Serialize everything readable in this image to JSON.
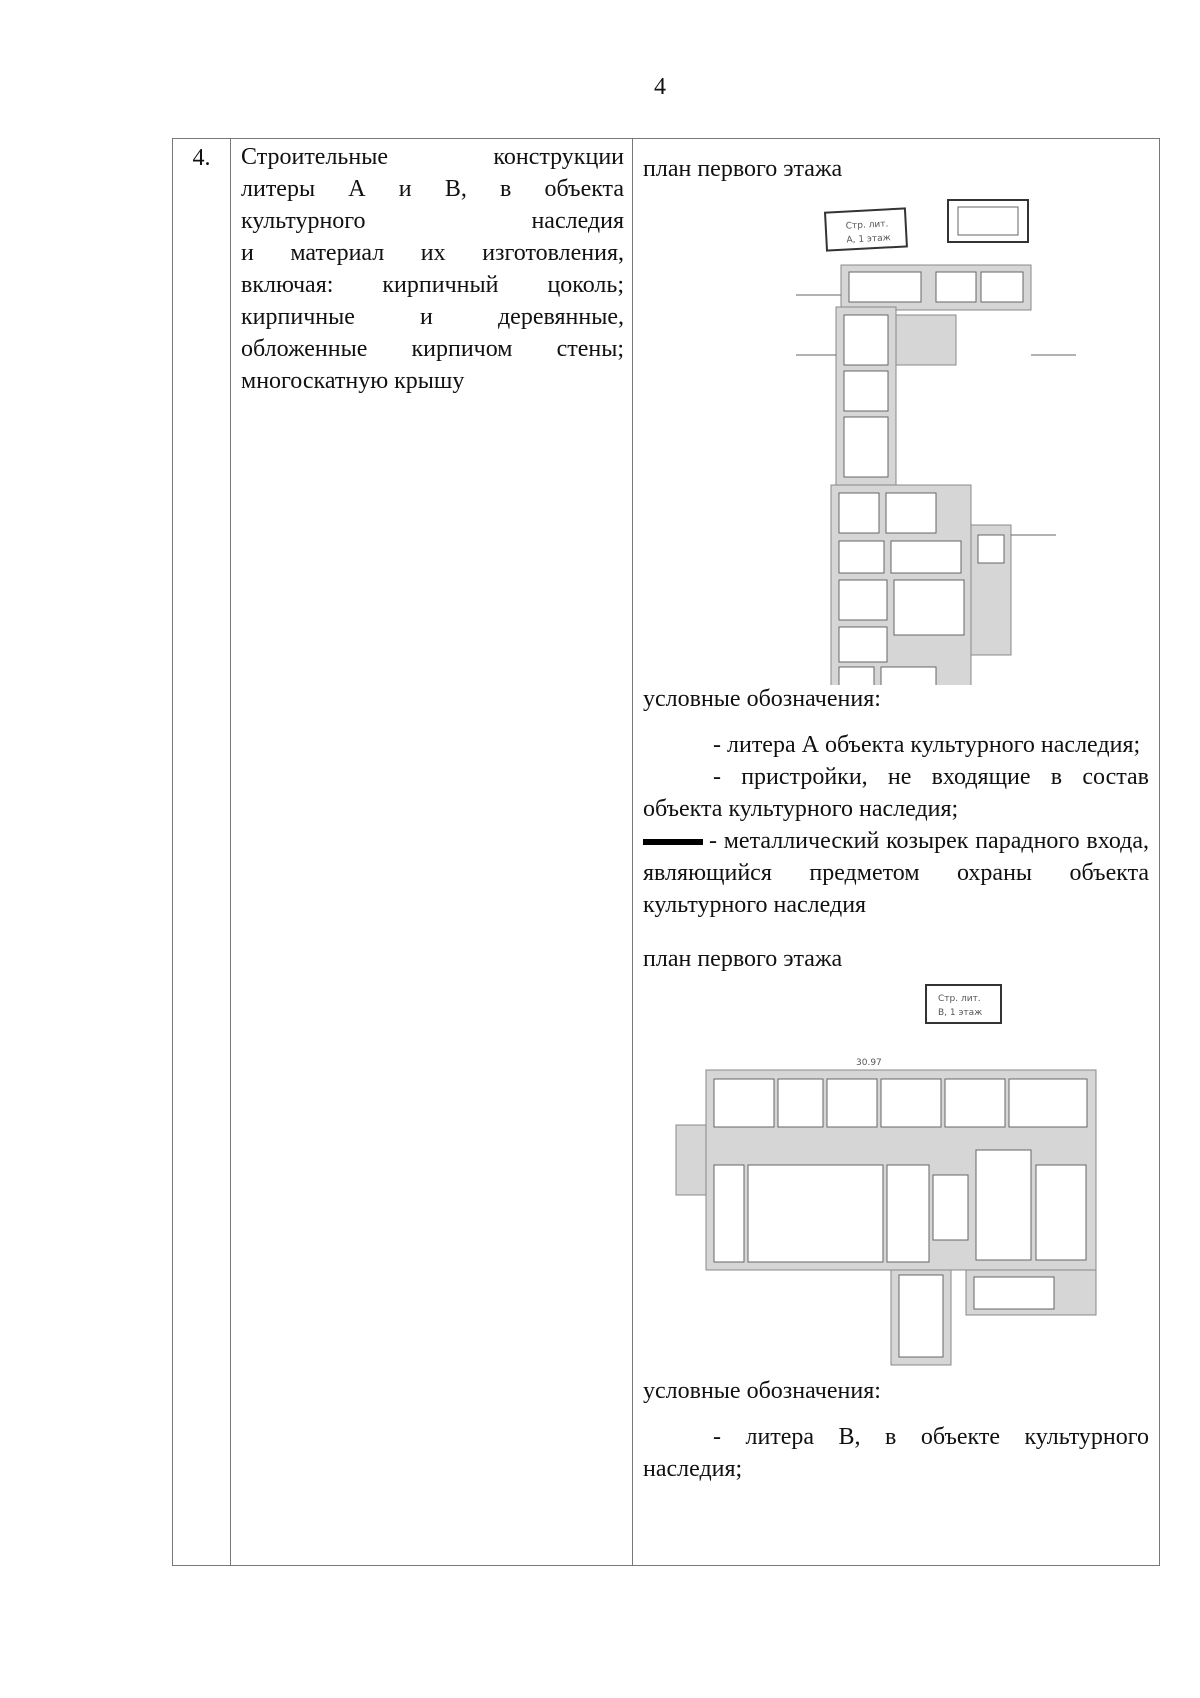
{
  "page": {
    "number": "4"
  },
  "row": {
    "index": "4.",
    "description_lines": [
      "Строительные конструкции",
      "литеры А и В, в объекта",
      "культурного наследия",
      "и материал их изготовления,",
      "включая: кирпичный цоколь;",
      "кирпичные и деревянные,",
      "обложенные кирпичом стены;",
      "многоскатную крышу"
    ]
  },
  "plan_a": {
    "title": "план первого этажа",
    "stamp": "Стр. лит. А, 1 этаж",
    "legend_title": "условные обозначения:",
    "legend": [
      {
        "swatch": "blank",
        "text": "- литера А объекта культурного наследия;"
      },
      {
        "swatch": "blank",
        "text": "- пристройки, не входящие в состав объекта культурного наследия;"
      },
      {
        "swatch": "black-bar",
        "text": "- металлический козырек парадного входа, являющийся предметом охраны объекта культурного наследия"
      }
    ]
  },
  "plan_b": {
    "title": "план первого этажа",
    "stamp": "Стр. лит. В, 1 этаж",
    "legend_title": "условные обозначения:",
    "legend": [
      {
        "swatch": "blank",
        "text": "- литера В, в объекте культурного наследия;"
      }
    ]
  }
}
